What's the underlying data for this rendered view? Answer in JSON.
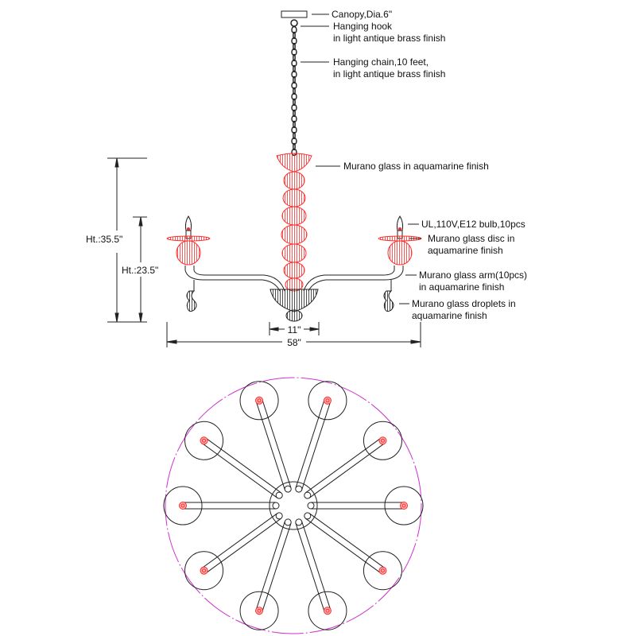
{
  "colors": {
    "glass": "#ff2a2a",
    "line": "#222222",
    "outline": "#cc33cc"
  },
  "labels": {
    "canopy": "Canopy,Dia.6\"",
    "hook_1": "Hanging hook",
    "hook_2": "in light antique brass finish",
    "chain_1": "Hanging chain,10 feet,",
    "chain_2": "in light antique brass finish",
    "murano_top": "Murano glass in aquamarine finish",
    "bulb": "UL,110V,E12 bulb,10pcs",
    "disc_1": "Murano glass disc in",
    "disc_2": "aquamarine finish",
    "arm_1": "Murano glass arm(10pcs)",
    "arm_2": "in aquamarine finish",
    "droplet_1": "Murano glass droplets in",
    "droplet_2": "aquamarine finish"
  },
  "dimensions": {
    "height_total": "Ht.:35.5\"",
    "height_body": "Ht.:23.5\"",
    "bowl_width": "11\"",
    "total_width": "58\""
  },
  "plan_view": {
    "arm_count": 10
  }
}
